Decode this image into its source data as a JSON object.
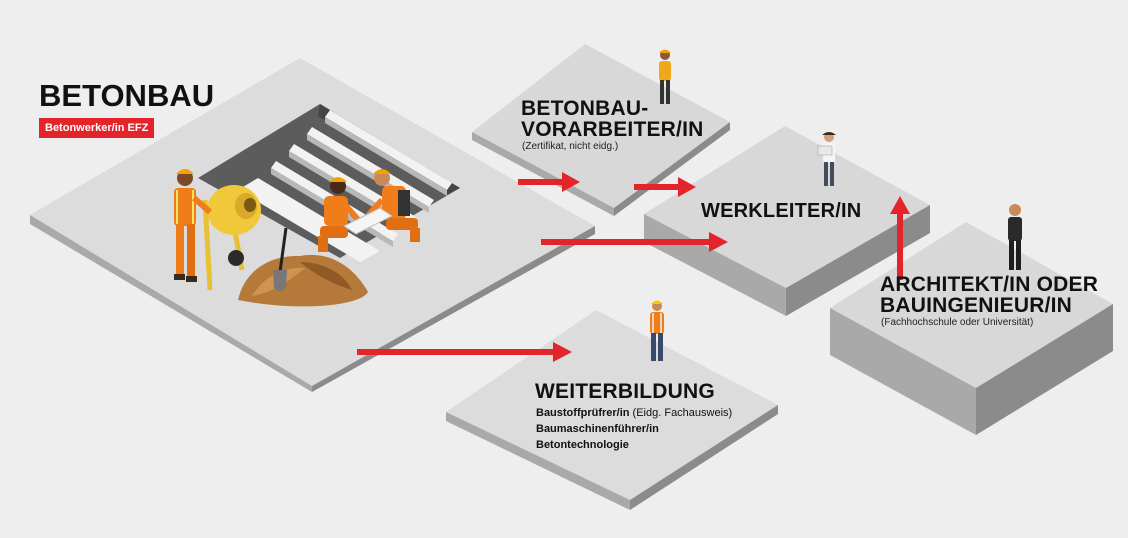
{
  "colors": {
    "background": "#eeeeee",
    "platform_top": "#dcdcdc",
    "platform_left": "#a9a9a9",
    "platform_right": "#8b8b8b",
    "arrow": "#e4242b",
    "badge": "#e4242b"
  },
  "icons": [
    "concrete-mixer-icon",
    "construction-worker-icon",
    "sand-pile-icon",
    "shovel-icon",
    "stairs-icon",
    "person-icon",
    "arrow-icon"
  ],
  "betonbau": {
    "title": "BETONBAU",
    "badge": "Betonwerker/in EFZ"
  },
  "vorarbeiter": {
    "title_line1": "BETONBAU-",
    "title_line2": "VORARBEITER/IN",
    "note": "(Zertifikat, nicht eidg.)"
  },
  "werkleiter": {
    "title": "WERKLEITER/IN"
  },
  "architekt": {
    "title_line1": "ARCHITEKT/IN ODER",
    "title_line2": "BAUINGENIEUR/IN",
    "note": "(Fachhochschule oder Universität)"
  },
  "weiterbildung": {
    "title": "WEITERBILDUNG",
    "item1_bold": "Baustoffprüfrer/in",
    "item1_note": " (Eidg. Fachausweis)",
    "item2": "Baumaschinenführer/in",
    "item3": "Betontechnologie"
  }
}
